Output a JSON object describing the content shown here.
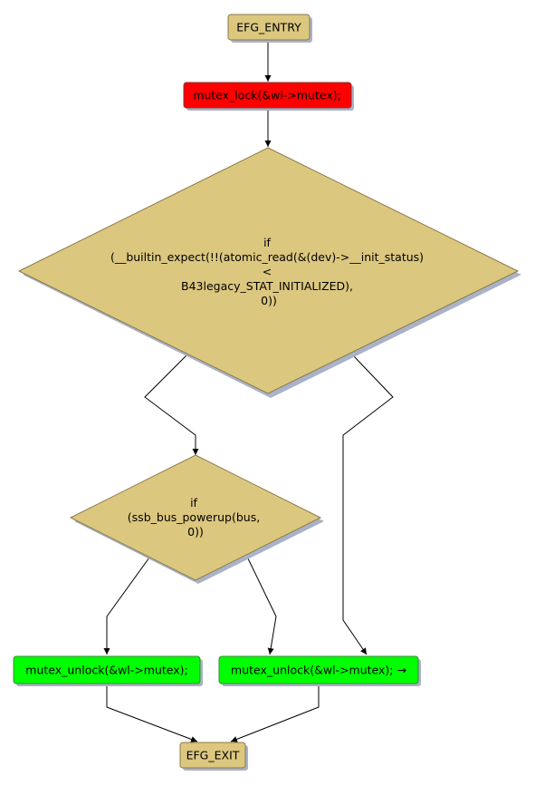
{
  "colors": {
    "terminal_fill": "#dcc77f",
    "decision_fill": "#dcc77f",
    "lock_fill": "#ff0000",
    "unlock_fill": "#00ff00",
    "border": "#8a7a4a",
    "shadow": "#a9b2c7",
    "edge": "#000000"
  },
  "nodes": {
    "entry": {
      "label": "EFG_ENTRY"
    },
    "lock": {
      "label": "mutex_lock(&wl->mutex);"
    },
    "cond1": {
      "lines": [
        "if",
        "(__builtin_expect(!!(atomic_read(&(dev)->__init_status)",
        "<",
        "B43legacy_STAT_INITIALIZED),",
        "0))"
      ]
    },
    "cond2": {
      "lines": [
        "if",
        "(ssb_bus_powerup(bus,",
        "0))"
      ]
    },
    "unlock1": {
      "label": "mutex_unlock(&wl->mutex);"
    },
    "unlock2": {
      "label": "mutex_unlock(&wl->mutex); →"
    },
    "exit": {
      "label": "EFG_EXIT"
    }
  }
}
